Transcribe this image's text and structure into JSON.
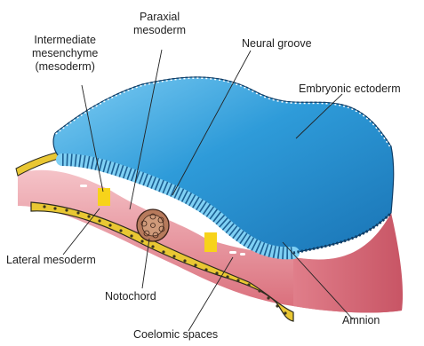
{
  "labels": {
    "paraxial_l1": "Paraxial",
    "paraxial_l2": "mesoderm",
    "intermediate_l1": "Intermediate",
    "intermediate_l2": "mesenchyme",
    "intermediate_l3": "(mesoderm)",
    "neural_groove": "Neural groove",
    "embryonic_ectoderm": "Embryonic ectoderm",
    "lateral_mesoderm": "Lateral mesoderm",
    "notochord": "Notochord",
    "amnion": "Amnion",
    "coelomic_spaces": "Coelomic spaces"
  },
  "colors": {
    "ectoderm": "#2b97d6",
    "ectoderm_light": "#6fc1ee",
    "ectoderm_dark": "#1769a6",
    "mesoderm": "#e48a94",
    "mesoderm_light": "#f2bcc2",
    "endoderm": "#e9c733",
    "yolk": "#f7d31a",
    "notochord": "#a86a4f"
  }
}
